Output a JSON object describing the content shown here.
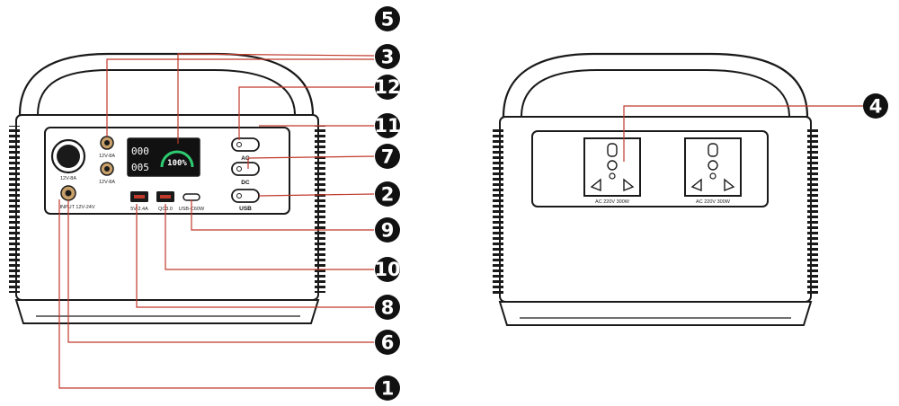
{
  "front_panel": {
    "cig_socket_label": "12V-8A",
    "dc5521_top_label": "12V-8A",
    "dc5521_bottom_label": "12V-8A",
    "input_label": "INPUT 12V-24V",
    "usb_a_label": "5V-2.4A",
    "qc_label": "QC3.0",
    "usbc_label": "USB-C60W",
    "ac_button_label": "AC",
    "dc_button_label": "DC",
    "usb_button_label": "USB",
    "screen": {
      "top_left_value": "000",
      "bottom_left_value": "005",
      "battery_percent": "100%"
    }
  },
  "back_panel": {
    "outlet_left_label": "AC 220V 300W",
    "outlet_right_label": "AC 220V 300W"
  },
  "callouts": [
    "1",
    "2",
    "3",
    "4",
    "5",
    "6",
    "7",
    "8",
    "9",
    "10",
    "11",
    "12"
  ],
  "colors": {
    "leader_line": "#c0392b",
    "badge": "#111111",
    "body_outline": "#1a1a1a",
    "lcd_accent": "#2ecc71"
  }
}
